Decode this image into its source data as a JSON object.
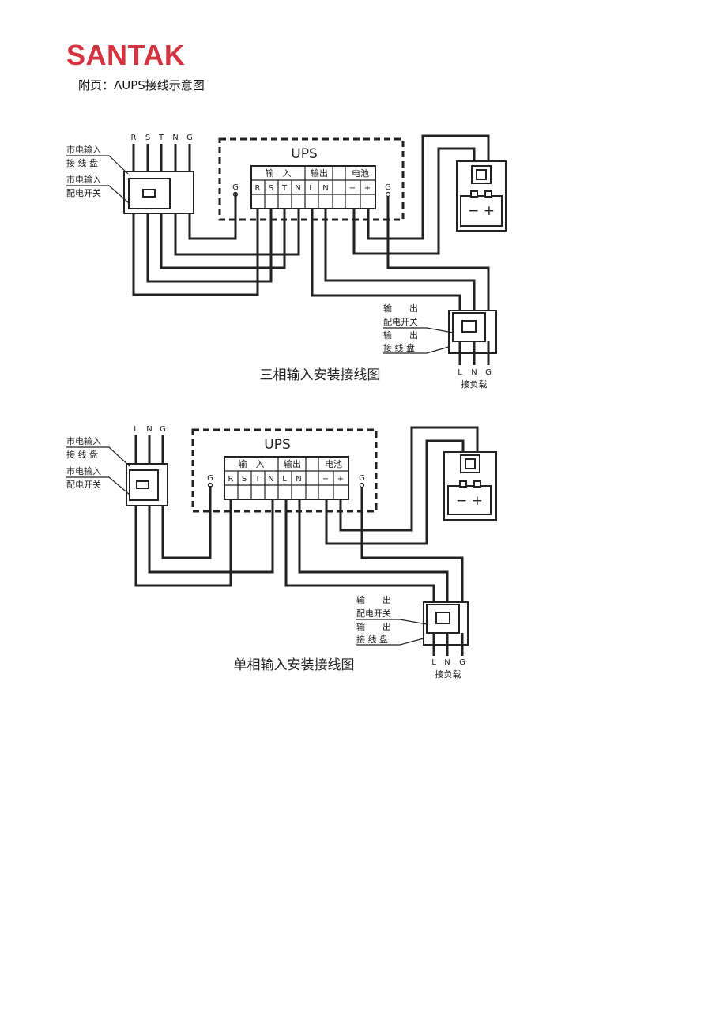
{
  "header": {
    "brand": "SANTAK",
    "caption": "附页：ΛUPS接线示意图"
  },
  "three_phase": {
    "title": "三相输入安装接线图",
    "top_terminals": [
      "R",
      "S",
      "T",
      "N",
      "G"
    ],
    "ups_label": "UPS",
    "group_headers": [
      "输　入",
      "输出",
      "电池"
    ],
    "terminals": [
      "R",
      "S",
      "T",
      "N",
      "L",
      "N",
      "−",
      "+"
    ],
    "ground_left": "G",
    "ground_right": "G",
    "input_panel": [
      "市电输入",
      "接 线 盘"
    ],
    "input_switch": [
      "市电输入",
      "配电开关"
    ],
    "output_switch": [
      "输　　出",
      "配电开关"
    ],
    "output_panel": [
      "输　　出",
      "接 线 盘"
    ],
    "load_terminals": [
      "L",
      "N",
      "G"
    ],
    "load_label": "接负载",
    "battery_symbols": "− +"
  },
  "single_phase": {
    "title": "单相输入安装接线图",
    "top_terminals": [
      "L",
      "N",
      "G"
    ],
    "ups_label": "UPS",
    "group_headers": [
      "输　入",
      "输出",
      "电池"
    ],
    "terminals": [
      "R",
      "S",
      "T",
      "N",
      "L",
      "N",
      "−",
      "+"
    ],
    "ground_left": "G",
    "ground_right": "G",
    "input_panel": [
      "市电输入",
      "接 线 盘"
    ],
    "input_switch": [
      "市电输入",
      "配电开关"
    ],
    "output_switch": [
      "输　　出",
      "配电开关"
    ],
    "output_panel": [
      "输　　出",
      "接 线 盘"
    ],
    "load_terminals": [
      "L",
      "N",
      "G"
    ],
    "load_label": "接负载",
    "battery_symbols": "− +"
  }
}
